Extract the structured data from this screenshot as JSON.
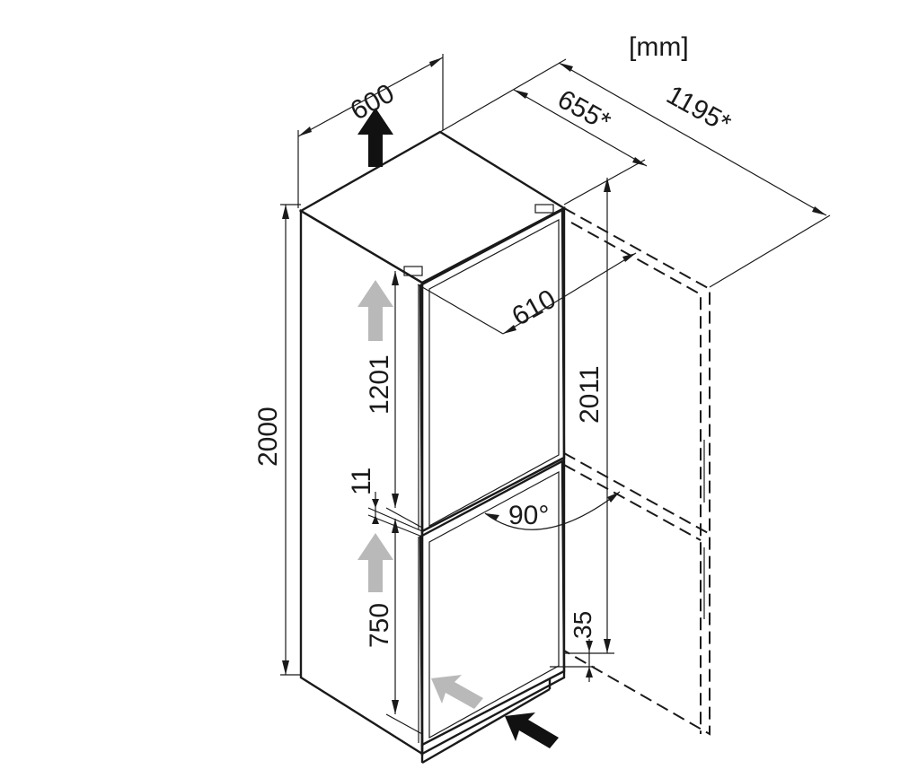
{
  "unit_label": "[mm]",
  "dimensions": {
    "width": "600",
    "depth_open": "655*",
    "depth_total": "1195*",
    "door_depth": "610",
    "height_total": "2000",
    "height_with_hinge": "2011",
    "upper_door": "1201",
    "gap": "11",
    "lower_door": "750",
    "plinth": "35",
    "door_angle": "90°"
  },
  "colors": {
    "line": "#1a1a1a",
    "airflow_arrow": "#b9b9b9",
    "solid_arrow": "#111111"
  }
}
